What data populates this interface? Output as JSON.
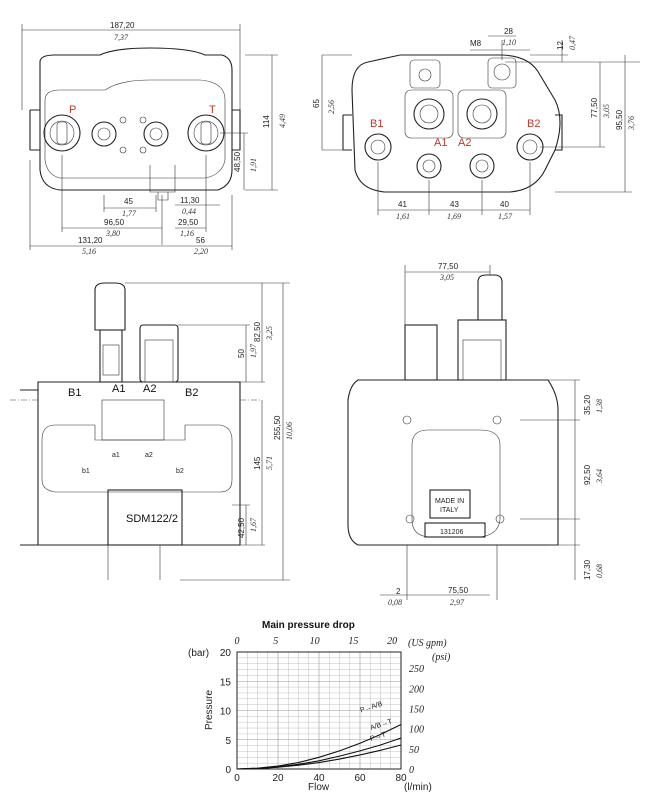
{
  "top_left_view": {
    "dims": {
      "overall_width_mm": "187,20",
      "overall_width_in": "7,37",
      "height_mm": "114",
      "height_in": "4,49",
      "centre_mm": "48,50",
      "centre_in": "1,91",
      "pitch_mm": "45",
      "pitch_in": "1,77",
      "offset_mm": "11,30",
      "offset_in": "0,44",
      "span_mm": "96,50",
      "span_in": "3,80",
      "side_mm": "29,50",
      "side_in": "1,16",
      "base_mm": "131,20",
      "base_in": "5,16",
      "right_mm": "56",
      "right_in": "2,20"
    },
    "labels": {
      "p": "P",
      "t": "T"
    }
  },
  "top_right_view": {
    "dims": {
      "thread": "M8",
      "d28_mm": "28",
      "d28_in": "1,10",
      "d12_mm": "12",
      "d12_in": "0,47",
      "h7750_mm": "77,50",
      "h7750_in": "3,05",
      "h9550_mm": "95,50",
      "h9550_in": "3,76",
      "left_mm": "65",
      "left_in": "2,56",
      "d41_mm": "41",
      "d41_in": "1,61",
      "d43_mm": "43",
      "d43_in": "1,69",
      "d40_mm": "40",
      "d40_in": "1,57"
    },
    "labels": {
      "b1": "B1",
      "b2": "B2",
      "a1": "A1",
      "a2": "A2"
    }
  },
  "mid_left_view": {
    "dims": {
      "d8250_mm": "82,50",
      "d8250_in": "3,25",
      "d50_mm": "50",
      "d50_in": "1,97",
      "d25550_mm": "255,50",
      "d25550_in": "10,06",
      "d145_mm": "145",
      "d145_in": "5,71",
      "d4250_mm": "42,50",
      "d4250_in": "1,67"
    },
    "labels": {
      "b1": "B1",
      "a1": "A1",
      "a2": "A2",
      "b2": "B2",
      "a1s": "a1",
      "a2s": "a2",
      "b1s": "b1",
      "b2s": "b2",
      "model": "SDM122/2"
    }
  },
  "mid_right_view": {
    "dims": {
      "w7750_mm": "77,50",
      "w7750_in": "3,05",
      "d3520_mm": "35,20",
      "d3520_in": "1,38",
      "d9250_mm": "92,50",
      "d9250_in": "3,64",
      "d1730_mm": "17,30",
      "d1730_in": "0,68",
      "d2_mm": "2",
      "d2_in": "0,08",
      "d7550_mm": "75,50",
      "d7550_in": "2,97"
    },
    "labels": {
      "made1": "MADE IN",
      "made2": "ITALY",
      "serial": "131206"
    }
  },
  "chart": {
    "title": "Main pressure drop",
    "y_left_unit": "(bar)",
    "y_right_unit": "(psi)",
    "x_top_unit": "(US gpm)",
    "x_bottom_unit": "(l/min)",
    "y_label": "Pressure",
    "x_label": "Flow",
    "curve_labels": [
      "P→A/B",
      "A/B→T",
      "P→T"
    ]
  },
  "chart_data": {
    "type": "line",
    "title": "Main pressure drop",
    "xlabel": "Flow",
    "ylabel": "Pressure",
    "x_unit": "l/min",
    "y_unit": "bar",
    "xlim": [
      0,
      80
    ],
    "ylim": [
      0,
      20
    ],
    "x_ticks": [
      0,
      20,
      40,
      60,
      80
    ],
    "y_ticks": [
      0,
      5,
      10,
      15,
      20
    ],
    "secondary_x": {
      "unit": "US gpm",
      "ticks": [
        0,
        5,
        10,
        15,
        20
      ]
    },
    "secondary_y": {
      "unit": "psi",
      "ticks": [
        0,
        50,
        100,
        150,
        200,
        250
      ]
    },
    "grid": true,
    "series": [
      {
        "name": "P→A/B",
        "x": [
          0,
          10,
          20,
          30,
          40,
          50,
          60,
          70,
          80
        ],
        "values": [
          0,
          0.15,
          0.5,
          1.1,
          2.0,
          3.1,
          4.4,
          5.9,
          7.6
        ]
      },
      {
        "name": "A/B→T",
        "x": [
          0,
          10,
          20,
          30,
          40,
          50,
          60,
          70,
          80
        ],
        "values": [
          0,
          0.1,
          0.35,
          0.8,
          1.4,
          2.2,
          3.1,
          4.1,
          5.3
        ]
      },
      {
        "name": "P→T",
        "x": [
          0,
          10,
          20,
          30,
          40,
          50,
          60,
          70,
          80
        ],
        "values": [
          0,
          0.08,
          0.3,
          0.65,
          1.1,
          1.7,
          2.4,
          3.2,
          4.1
        ]
      }
    ]
  }
}
